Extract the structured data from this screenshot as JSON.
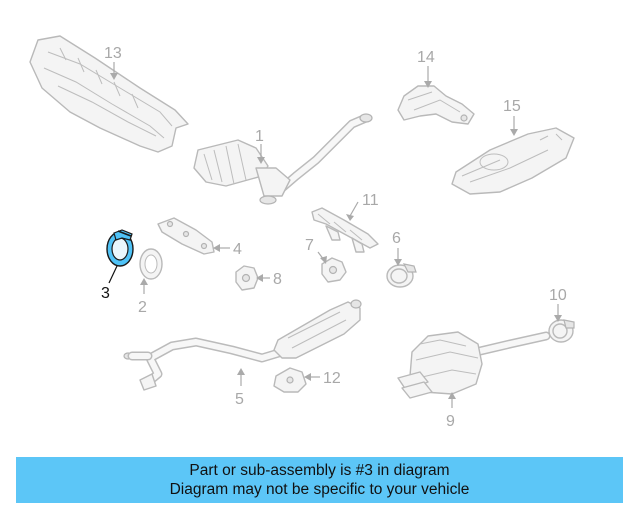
{
  "diagram": {
    "highlighted_part": "3",
    "highlight_color": "#4fc3f7",
    "callouts": {
      "c1": "1",
      "c2": "2",
      "c3": "3",
      "c4": "4",
      "c5": "5",
      "c6": "6",
      "c7": "7",
      "c8": "8",
      "c9": "9",
      "c10": "10",
      "c11": "11",
      "c12": "12",
      "c13": "13",
      "c14": "14",
      "c15": "15"
    }
  },
  "banner": {
    "background": "#5cc6f7",
    "line1": "Part or sub-assembly is #3 in diagram",
    "line2": "Diagram may not be specific to your vehicle"
  }
}
